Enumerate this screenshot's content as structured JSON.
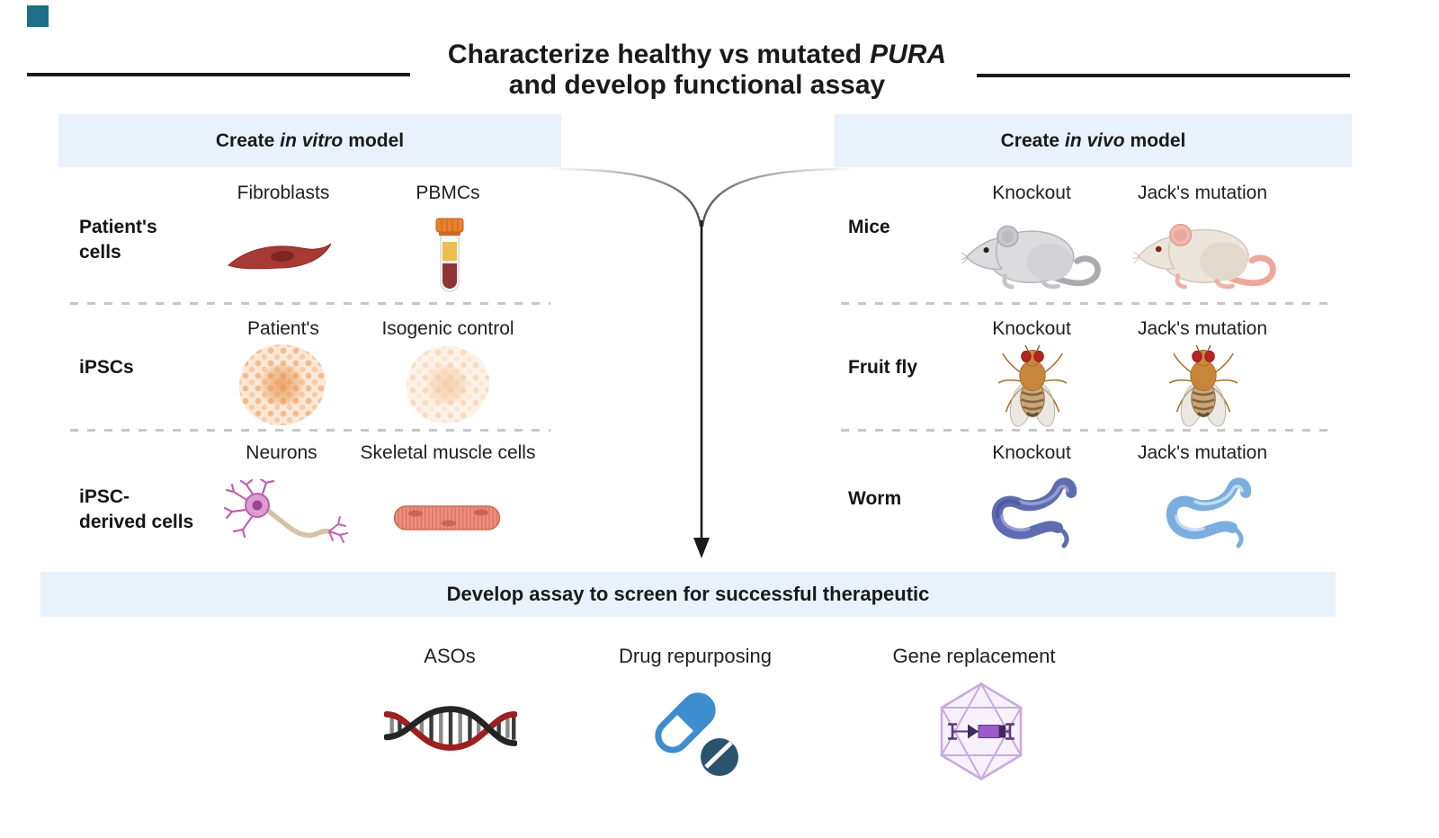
{
  "title": {
    "line1_text": "Characterize healthy vs mutated",
    "line1_gene": "PURA",
    "line2": "and develop functional assay"
  },
  "in_vitro_panel": {
    "header_prefix": "Create",
    "header_italic": "in vitro",
    "header_suffix": "model",
    "rows": [
      {
        "label_line1": "Patient's",
        "label_line2": "cells",
        "columns": [
          {
            "label": "Fibroblasts",
            "icon": "fibroblast-icon"
          },
          {
            "label": "PBMCs",
            "icon": "blood-tube-icon"
          }
        ]
      },
      {
        "label_line1": "iPSCs",
        "columns": [
          {
            "label": "Patient's",
            "icon": "ipsc-colony-patient-icon"
          },
          {
            "label": "Isogenic control",
            "icon": "ipsc-colony-control-icon"
          }
        ]
      },
      {
        "label_line1": "iPSC-",
        "label_line2": "derived cells",
        "columns": [
          {
            "label": "Neurons",
            "icon": "neuron-icon"
          },
          {
            "label": "Skeletal muscle cells",
            "icon": "skeletal-muscle-icon"
          }
        ]
      }
    ]
  },
  "in_vivo_panel": {
    "header_prefix": "Create",
    "header_italic": "in vivo",
    "header_suffix": "model",
    "rows": [
      {
        "label_line1": "Mice",
        "columns": [
          {
            "label": "Knockout",
            "icon": "mouse-knockout-icon"
          },
          {
            "label": "Jack's mutation",
            "icon": "mouse-mutation-icon"
          }
        ]
      },
      {
        "label_line1": "Fruit fly",
        "columns": [
          {
            "label": "Knockout",
            "icon": "fruit-fly-knockout-icon"
          },
          {
            "label": "Jack's mutation",
            "icon": "fruit-fly-mutation-icon"
          }
        ]
      },
      {
        "label_line1": "Worm",
        "columns": [
          {
            "label": "Knockout",
            "icon": "worm-knockout-icon"
          },
          {
            "label": "Jack's mutation",
            "icon": "worm-mutation-icon"
          }
        ]
      }
    ]
  },
  "assay_band": {
    "label": "Develop assay to screen for successful therapeutic"
  },
  "therapeutics": [
    {
      "label": "ASOs",
      "icon": "dna-helix-icon"
    },
    {
      "label": "Drug repurposing",
      "icon": "pill-icon"
    },
    {
      "label": "Gene replacement",
      "icon": "viral-capsid-icon"
    }
  ],
  "colors": {
    "panel_band": "#e9f1fb",
    "divider": "#c7c7c7",
    "dna_red": "#9e1f1f",
    "pill_blue": "#3e8ecf",
    "capsid_purple": "#c9a9de"
  }
}
